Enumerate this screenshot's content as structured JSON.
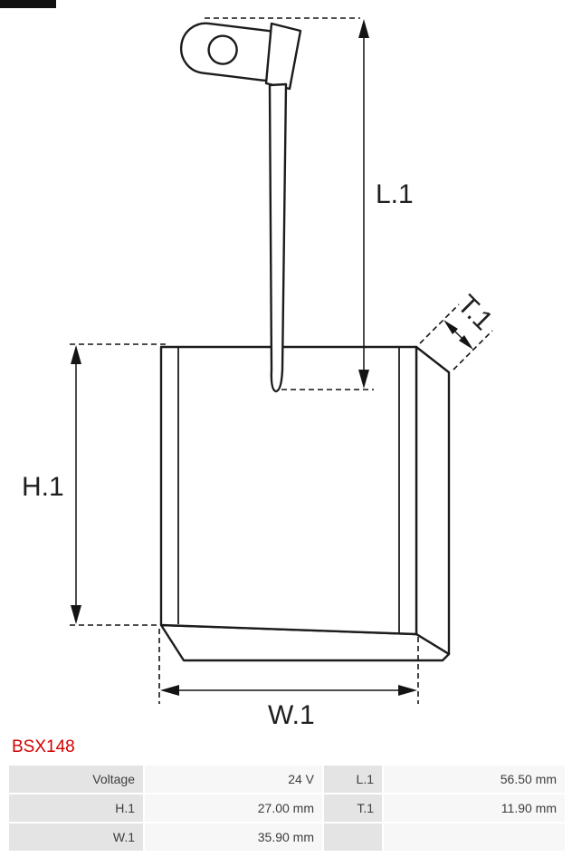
{
  "colors": {
    "part_number": "#d40000",
    "label_cell_bg": "#e4e4e4",
    "value_cell_bg": "#f7f7f7",
    "line": "#1c1c1c"
  },
  "part_number": {
    "text": "BSX148"
  },
  "diagram": {
    "dimension_labels": {
      "length": "L.1",
      "height": "H.1",
      "width": "W.1",
      "thickness": "T.1"
    }
  },
  "spec_table": {
    "rows": [
      {
        "label1": "Voltage",
        "value1": "24 V",
        "label2": "L.1",
        "value2": "56.50 mm"
      },
      {
        "label1": "H.1",
        "value1": "27.00 mm",
        "label2": "T.1",
        "value2": "11.90 mm"
      },
      {
        "label1": "W.1",
        "value1": "35.90 mm",
        "label2": "",
        "value2": ""
      }
    ]
  }
}
